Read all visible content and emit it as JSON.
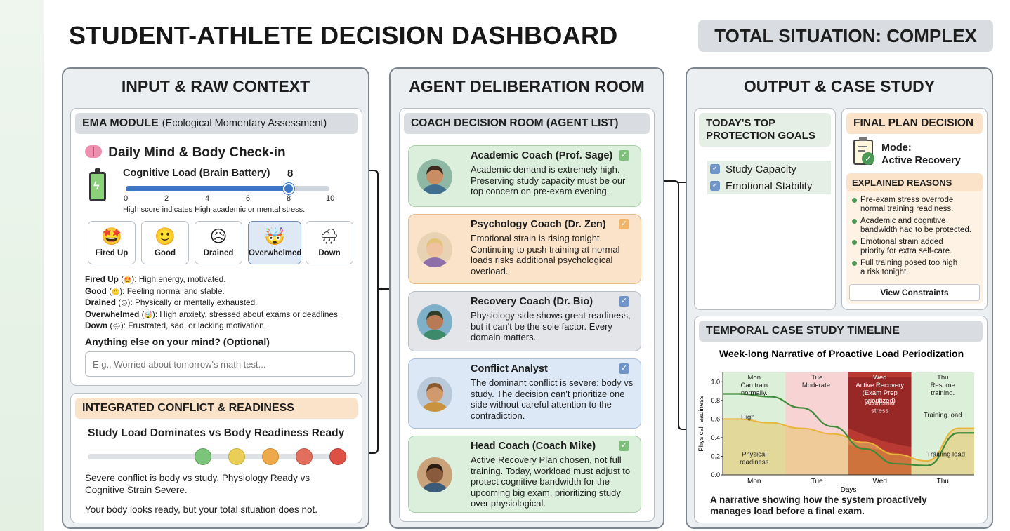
{
  "dashboard": {
    "title": "STUDENT-ATHLETE DECISION DASHBOARD",
    "total_situation": "TOTAL SITUATION: COMPLEX"
  },
  "input": {
    "title": "INPUT & RAW CONTEXT",
    "ema_header": "EMA MODULE",
    "ema_header_sub": "(Ecological Momentary Assessment)",
    "checkin_title": "Daily Mind & Body Check-in",
    "brain_icon": "brain-icon",
    "battery_icon": "battery-charging-icon",
    "slider_label": "Cognitive Load (Brain Battery)",
    "slider_value": 8,
    "slider_value_text": "8",
    "slider_min": 0,
    "slider_max": 10,
    "slider_ticks": [
      "0",
      "2",
      "4",
      "6",
      "8",
      "10"
    ],
    "slider_help": "High score indicates High academic or mental stress.",
    "moods": [
      {
        "label": "Fired Up",
        "emoji": "🤩",
        "selected": false
      },
      {
        "label": "Good",
        "emoji": "🙂",
        "selected": false
      },
      {
        "label": "Drained",
        "emoji": "😥",
        "selected": false
      },
      {
        "label": "Overwhelmed",
        "emoji": "🤯",
        "selected": true
      },
      {
        "label": "Down",
        "emoji": "🌧",
        "selected": false
      }
    ],
    "legend": [
      {
        "term": "Fired Up",
        "emoji": "🤩",
        "desc": ": High energy, motivated."
      },
      {
        "term": "Good",
        "emoji": "🙂",
        "desc": ": Feeling normal and stable."
      },
      {
        "term": "Drained",
        "emoji": "😥",
        "desc": ": Physically or mentally exhausted."
      },
      {
        "term": "Overwhelmed",
        "emoji": "🤯",
        "desc": ": High anxiety, stressed about exams or deadlines."
      },
      {
        "term": "Down",
        "emoji": "🌧",
        "desc": ": Frustrated, sad, or lacking motivation."
      }
    ],
    "optional_label": "Anything else on your mind? (Optional)",
    "optional_placeholder": "E.g., Worried about tomorrow's math test...",
    "conflict_header": "INTEGRATED CONFLICT & READINESS",
    "conflict_title": "Study Load Dominates vs Body Readiness Ready",
    "conflict_dot_colors": [
      "#7cc47a",
      "#e9cf58",
      "#eea94a",
      "#e26f5d",
      "#de5044"
    ],
    "conflict_text": "Severe conflict is body vs study. Physiology Ready vs Cognitive Strain Severe.",
    "conflict_summary": "Your body looks ready, but your total situation does not."
  },
  "deliberation": {
    "title": "AGENT DELIBERATION ROOM",
    "room_header": "COACH DECISION ROOM (AGENT LIST)",
    "agents": [
      {
        "name": "Academic Coach (Prof. Sage)",
        "text": "Academic demand is extremely high. Preserving study capacity must be our top concern on pre-exam evening.",
        "bg": "#dcefdc",
        "border": "#a9cfa8",
        "check": "#7dbf7b",
        "skin": "#c98d63",
        "hair": "#3a2a1e",
        "shirt": "#3f6e8f",
        "avatar_bg": "#8fb8a4"
      },
      {
        "name": "Psychology Coach (Dr. Zen)",
        "text": "Emotional strain is rising tonight. Continuing to push training at normal loads risks additional psychological overload.",
        "bg": "#fbe3c9",
        "border": "#e8bb86",
        "check": "#f0b46a",
        "skin": "#f0c3a0",
        "hair": "#e3c27a",
        "shirt": "#8f6fa8",
        "avatar_bg": "#e8d2b4"
      },
      {
        "name": "Recovery Coach (Dr. Bio)",
        "text": "Physiology side shows great readiness, but it can't be the sole factor. Every domain matters.",
        "bg": "#e3e5e8",
        "border": "#b9bfc6",
        "check": "#6f95c9",
        "skin": "#b77a55",
        "hair": "#2f3e2a",
        "shirt": "#3d8a6a",
        "avatar_bg": "#7fb0c9"
      },
      {
        "name": "Conflict Analyst",
        "text": "The dominant conflict is severe: body vs study. The decision can't prioritize one side without careful attention to the contradiction.",
        "bg": "#dce8f6",
        "border": "#a8c0df",
        "check": "#6f95c9",
        "skin": "#d09a6c",
        "hair": "#8a5a32",
        "shirt": "#c9923e",
        "avatar_bg": "#b9c9d9"
      },
      {
        "name": "Head Coach (Coach Mike)",
        "text": "Active Recovery Plan chosen, not full training. Today, workload must adjust to protect cognitive bandwidth for the upcoming big exam, prioritizing study over physiological.",
        "bg": "#dcefdc",
        "border": "#a9cfa8",
        "check": "#7dbf7b",
        "skin": "#8a5a3c",
        "hair": "#2b1d14",
        "shirt": "#3a5b7a",
        "avatar_bg": "#c9a27a"
      }
    ]
  },
  "output": {
    "title": "OUTPUT & CASE STUDY",
    "goals_header": "TODAY'S TOP\nPROTECTION GOALS",
    "goals": [
      "Study Capacity",
      "Emotional Stability"
    ],
    "plan_header": "FINAL PLAN DECISION",
    "clipboard_icon": "clipboard-check-icon",
    "mode_label": "Mode:",
    "mode_value": "Active Recovery",
    "reasons_header": "EXPLAINED REASONS",
    "reasons": [
      "Pre-exam stress overrode\nnormal training readiness.",
      "Academic and cognitive\nbandwidth had to be protected.",
      "Emotional strain added\npriority for extra self-care.",
      "Full training posed too high\na risk tonight."
    ],
    "constraints_button": "View Constraints",
    "timeline_header": "TEMPORAL CASE STUDY TIMELINE",
    "timeline_caption": "A narrative showing how the system proactively\nmanages load before a final exam."
  },
  "chart_data": {
    "type": "line",
    "title": "Week-long Narrative of Proactive Load Periodization",
    "xlabel": "Days",
    "ylabel": "Physical readiness",
    "categories": [
      "Mon",
      "Tue",
      "Wed",
      "Thu"
    ],
    "ylim": [
      0,
      1.1
    ],
    "yticks": [
      "0.0",
      "0.2",
      "0.4",
      "0.6",
      "0.8",
      "1.0"
    ],
    "grid": false,
    "x": [
      0,
      0.5,
      1,
      1.5,
      2,
      2.5,
      3,
      3.5
    ],
    "series": [
      {
        "values": [
          0.87,
          0.84,
          0.72,
          0.52,
          0.28,
          0.12,
          0.1,
          0.45
        ],
        "color": "#3f8a3a"
      },
      {
        "values": [
          0.6,
          0.56,
          0.5,
          0.44,
          0.35,
          0.22,
          0.15,
          0.5
        ],
        "color": "#e8b43a"
      },
      {
        "values": [
          1.05,
          1.05,
          1.05,
          1.05,
          1.05,
          0.3,
          0.3,
          0.3
        ],
        "color": "#9b2222"
      }
    ],
    "day_notes": [
      "Mon\nCan train\nnormally.",
      "Tue\nModerate.",
      "Wed\nActive Recovery\n(Exam Prep\nprioritized)",
      "Thu\nResume\ntraining."
    ],
    "annotations": {
      "high": "High",
      "academic_stress": "Academic\nstress",
      "training_load_top": "Training load",
      "physical_readiness": "Physical\nreadiness",
      "training_load_bottom": "Training load"
    },
    "band_colors": [
      "#dcefd8",
      "#f7d3d3",
      "#b93a33",
      "#dcefd8"
    ]
  }
}
